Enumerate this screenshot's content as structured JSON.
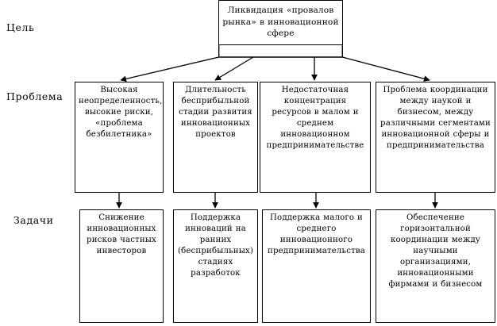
{
  "diagram": {
    "rows": [
      {
        "id": "goal",
        "label": "Цель"
      },
      {
        "id": "problem",
        "label": "Проблема"
      },
      {
        "id": "task",
        "label": "Задачи"
      }
    ],
    "goal": {
      "text": "Ликвидация «провалов рынка» в инновационной сфере"
    },
    "problems": [
      {
        "text": "Высокая неопределенность, высокие риски, «проблема безбилетника»"
      },
      {
        "text": "Длительность бесприбыльной стадии развития инновационных проектов"
      },
      {
        "text": "Недостаточная концентрация ресурсов в малом и среднем инновационном предпринимательстве"
      },
      {
        "text": "Проблема координации между наукой и бизнесом, между различными сегментами инновационной сферы и предпринимательства"
      }
    ],
    "tasks": [
      {
        "text": "Снижение инновационных рисков частных инвесторов"
      },
      {
        "text": "Поддержка инноваций на ранних (бесприбыльных) стадиях разработок"
      },
      {
        "text": "Поддержка малого и среднего инновационного предпринимательства"
      },
      {
        "text": "Обеспечение горизонтальной координации между научными организациями, инновационными фирмами и бизнесом"
      }
    ],
    "colors": {
      "background": "#ffffff",
      "stroke": "#000000",
      "text": "#000000"
    }
  }
}
